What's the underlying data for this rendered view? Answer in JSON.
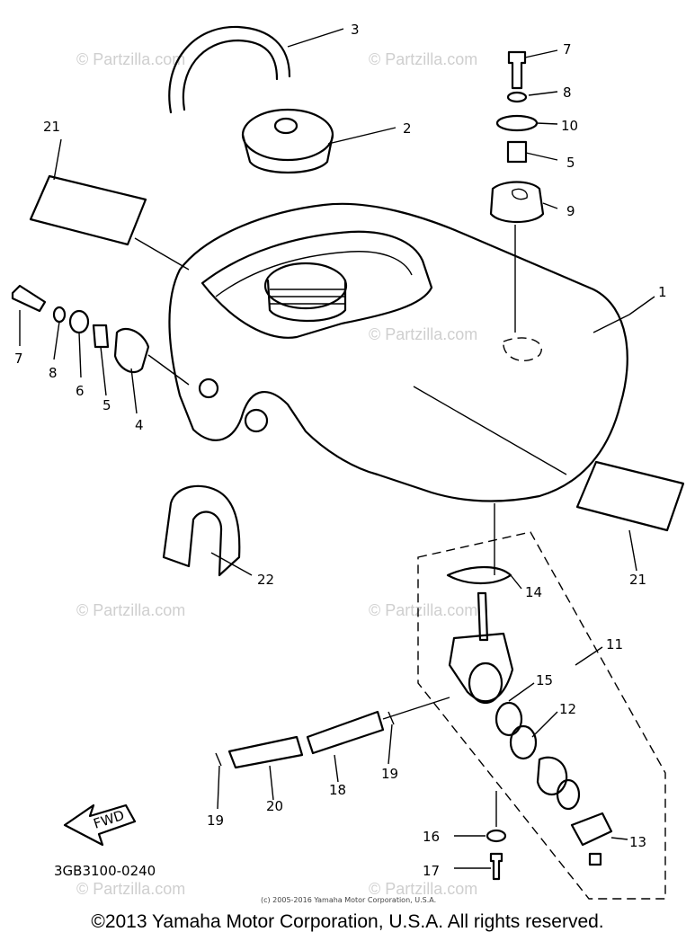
{
  "diagram_code": "3GB3100-0240",
  "fwd_label": "FWD",
  "small_copyright": "(c) 2005-2016 Yamaha Motor Corporation, U.S.A.",
  "copyright": "©2013 Yamaha Motor Corporation, U.S.A. All rights reserved.",
  "watermark": "© Partzilla.com",
  "callouts": {
    "c1": "1",
    "c2": "2",
    "c3": "3",
    "c4": "4",
    "c5a": "5",
    "c5b": "5",
    "c6": "6",
    "c7a": "7",
    "c7b": "7",
    "c8a": "8",
    "c8b": "8",
    "c9": "9",
    "c10": "10",
    "c11": "11",
    "c12": "12",
    "c13": "13",
    "c14": "14",
    "c15": "15",
    "c16": "16",
    "c17": "17",
    "c18": "18",
    "c19a": "19",
    "c19b": "19",
    "c20": "20",
    "c21a": "21",
    "c21b": "21",
    "c22": "22"
  }
}
